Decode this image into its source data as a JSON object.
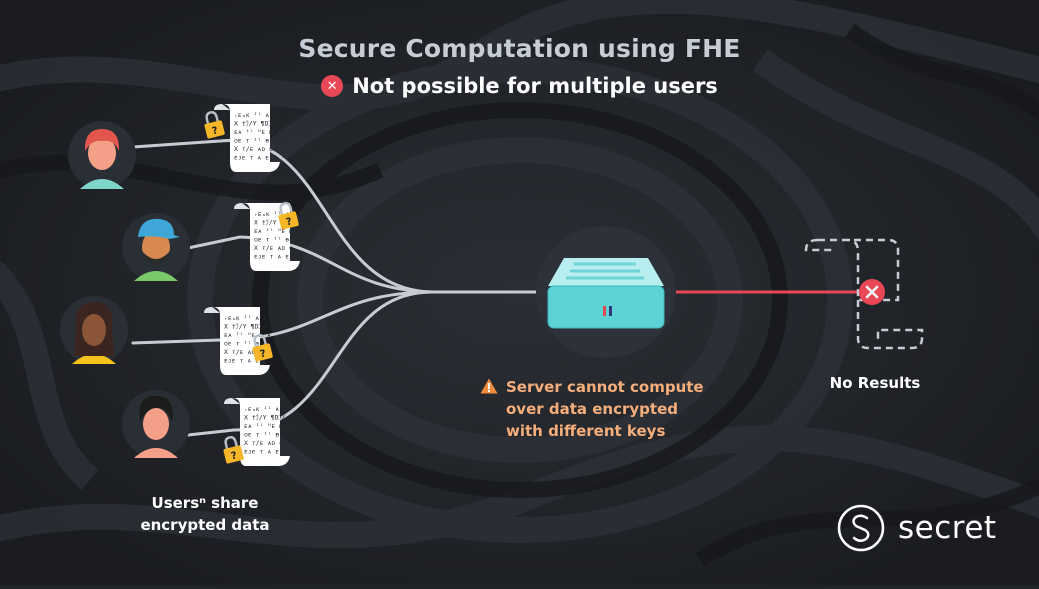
{
  "header": {
    "title": "Secure Computation using FHE",
    "subtitle": "Not possible for multiple users"
  },
  "users": {
    "caption_line1": "Usersⁿ share",
    "caption_line2": "encrypted data"
  },
  "document_glyphs": [
    "ᵣᴇₐᴋ ᴵˡ ᴀ ᴇ",
    "X †ℐ/Y ¶Dℐ/",
    "ᴇᴀ ᴵˡ ᴴᴇ ᴍ ᴀ",
    "ᴏᴇ ᴛ ᴵˡ ᴃ ᴇ",
    "X ᴛ/ᴇ ᴀᴅ ᴄ",
    "ᴇᴊᴇ ᴛ ᴀ ᴇ ᴮ ᴵ"
  ],
  "lock_symbol": "?",
  "server": {
    "warning": "Server cannot compute\nover data encrypted\nwith different keys"
  },
  "result": {
    "label": "No Results"
  },
  "brand": {
    "name": "secret"
  },
  "icons": {
    "error": "x-circle-icon",
    "warning": "warning-triangle-icon",
    "lock": "padlock-icon",
    "server": "server-icon",
    "logo": "secret-logo-icon"
  },
  "colors": {
    "background": "#1f2227",
    "title": "#c7cdd4",
    "error": "#e84855",
    "warning": "#f6ae7b",
    "server": "#5ed3d6",
    "connector": "#c7ccd2",
    "lock": "#f5b728"
  }
}
